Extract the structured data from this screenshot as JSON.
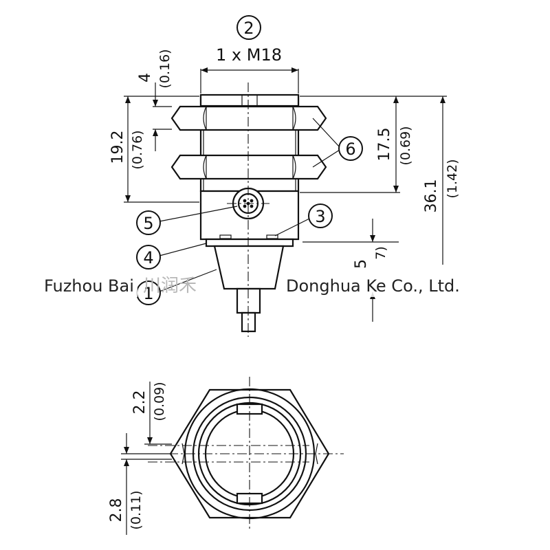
{
  "drawing": {
    "callouts": [
      "1",
      "2",
      "3",
      "4",
      "5",
      "6"
    ],
    "thread_label": "1 x M18",
    "dimensions": {
      "d4": "4",
      "d4_in": "(0.16)",
      "d19_2": "19.2",
      "d19_2_in": "(0.76)",
      "d17_5": "17.5",
      "d17_5_in": "(0.69)",
      "d36_1": "36.1",
      "d36_1_in": "(1.42)",
      "d5_partial": "5",
      "d5_partial_in": "7)",
      "d2_2": "2.2",
      "d2_2_in": "(0.09)",
      "d2_8": "2.8",
      "d2_8_in": "(0.11)"
    }
  },
  "watermark": {
    "left": "Fuzhou Bai",
    "middle_cn": "川润禾",
    "right": "Donghua Ke Co., Ltd."
  }
}
